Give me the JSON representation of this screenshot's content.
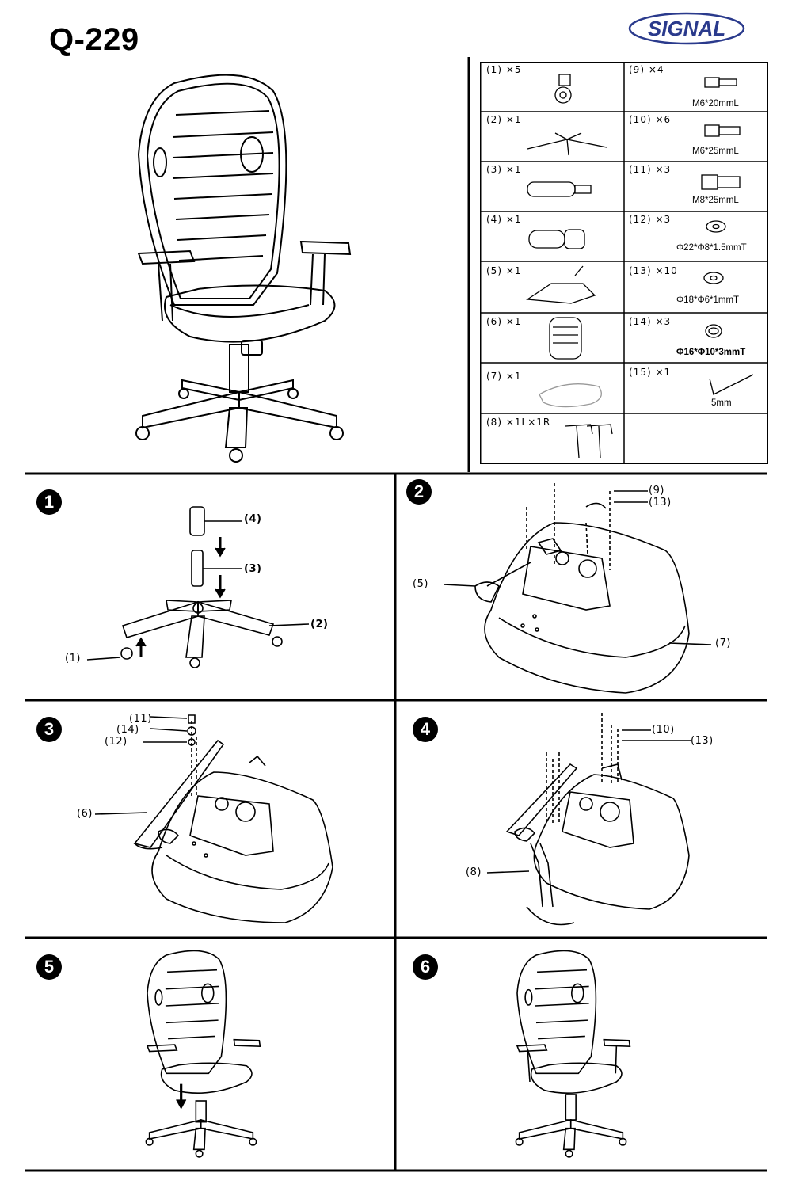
{
  "model": "Q-229",
  "brand": "SIGNAL",
  "parts": [
    {
      "label": "(1) ×5",
      "spec": ""
    },
    {
      "label": "(2) ×1",
      "spec": ""
    },
    {
      "label": "(3) ×1",
      "spec": ""
    },
    {
      "label": "(4) ×1",
      "spec": ""
    },
    {
      "label": "(5) ×1",
      "spec": ""
    },
    {
      "label": "(6) ×1",
      "spec": ""
    },
    {
      "label": "(7) ×1",
      "spec": ""
    },
    {
      "label": "(8) ×1L×1R",
      "spec": ""
    },
    {
      "label": "(9) ×4",
      "spec": "M6*20mmL"
    },
    {
      "label": "(10) ×6",
      "spec": "M6*25mmL"
    },
    {
      "label": "(11) ×3",
      "spec": "M8*25mmL"
    },
    {
      "label": "(12) ×3",
      "spec": "Φ22*Φ8*1.5mmT"
    },
    {
      "label": "(13) ×10",
      "spec": "Φ18*Φ6*1mmT"
    },
    {
      "label": "(14) ×3",
      "spec": "Φ16*Φ10*3mmT"
    },
    {
      "label": "(15) ×1",
      "spec": "5mm"
    }
  ],
  "steps": [
    {
      "number": "1",
      "callouts": [
        "(4)",
        "(3)",
        "(2)",
        "(1)"
      ]
    },
    {
      "number": "2",
      "callouts": [
        "(9)",
        "(13)",
        "(5)",
        "(7)"
      ]
    },
    {
      "number": "3",
      "callouts": [
        "(11)",
        "(14)",
        "(12)",
        "(6)"
      ]
    },
    {
      "number": "4",
      "callouts": [
        "(10)",
        "(13)",
        "(8)"
      ]
    },
    {
      "number": "5",
      "callouts": []
    },
    {
      "number": "6",
      "callouts": []
    }
  ]
}
